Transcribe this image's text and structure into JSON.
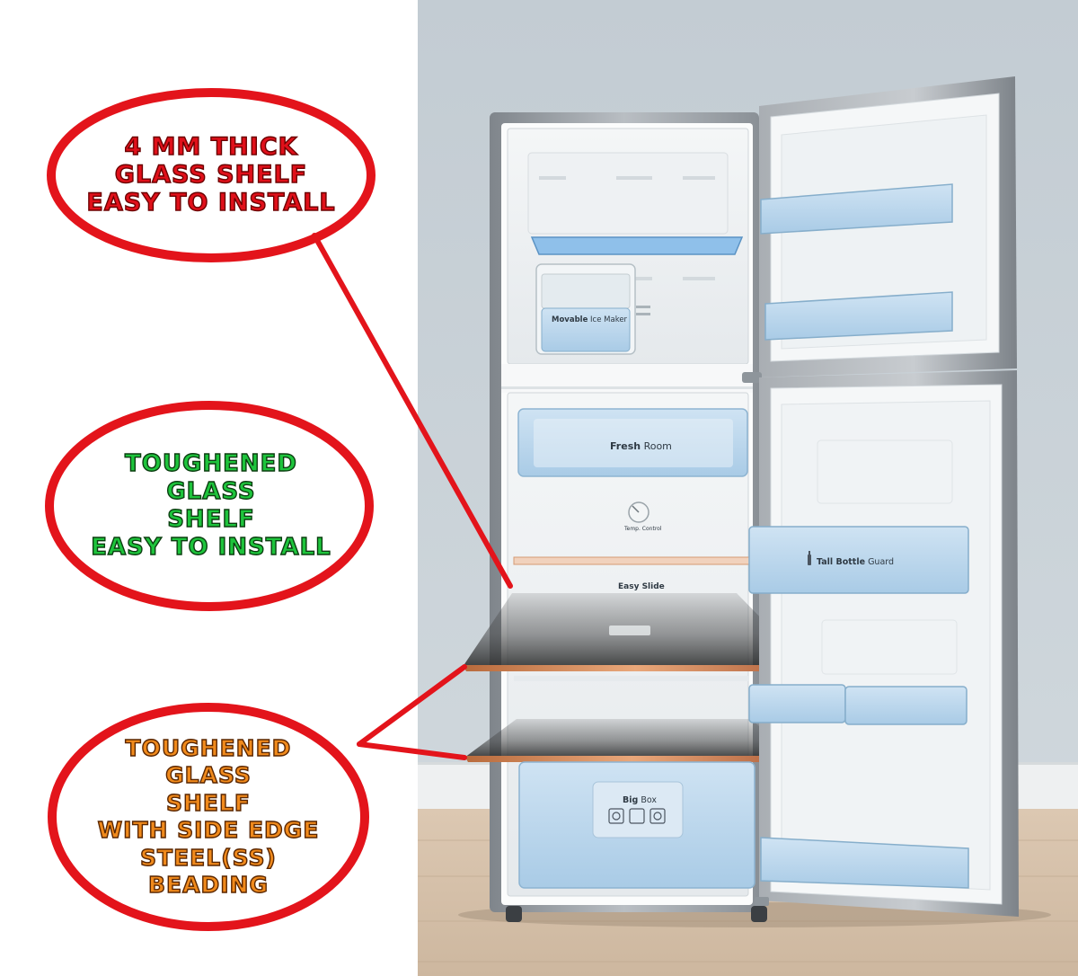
{
  "callouts": [
    {
      "lines": [
        "4 MM THICK",
        "GLASS SHELF",
        "EASY TO INSTALL"
      ],
      "color": "#e0101a"
    },
    {
      "lines": [
        "TOUGHENED",
        "GLASS",
        "SHELF",
        "EASY TO INSTALL"
      ],
      "color": "#1ec43c"
    },
    {
      "lines": [
        "TOUGHENED",
        "GLASS",
        "SHELF",
        "WITH SIDE EDGE",
        "STEEL(SS)",
        "BEADING"
      ],
      "color": "#f08a1c"
    }
  ],
  "fridge_labels": {
    "ice_maker_bold": "Movable",
    "ice_maker_rest": " Ice Maker",
    "fresh_room_bold": "Fresh",
    "fresh_room_rest": " Room",
    "tall_bottle_bold": "Tall Bottle",
    "tall_bottle_rest": " Guard",
    "easy_slide": "Easy Slide",
    "temp_control": "Temp. Control",
    "big_box_bold": "Big",
    "big_box_rest": " Box"
  },
  "colors": {
    "callout_ring": "#e3141b",
    "fridge_body": "#9aa0a6",
    "wall": "#c7d0d6",
    "floor": "#d9c4ad"
  }
}
